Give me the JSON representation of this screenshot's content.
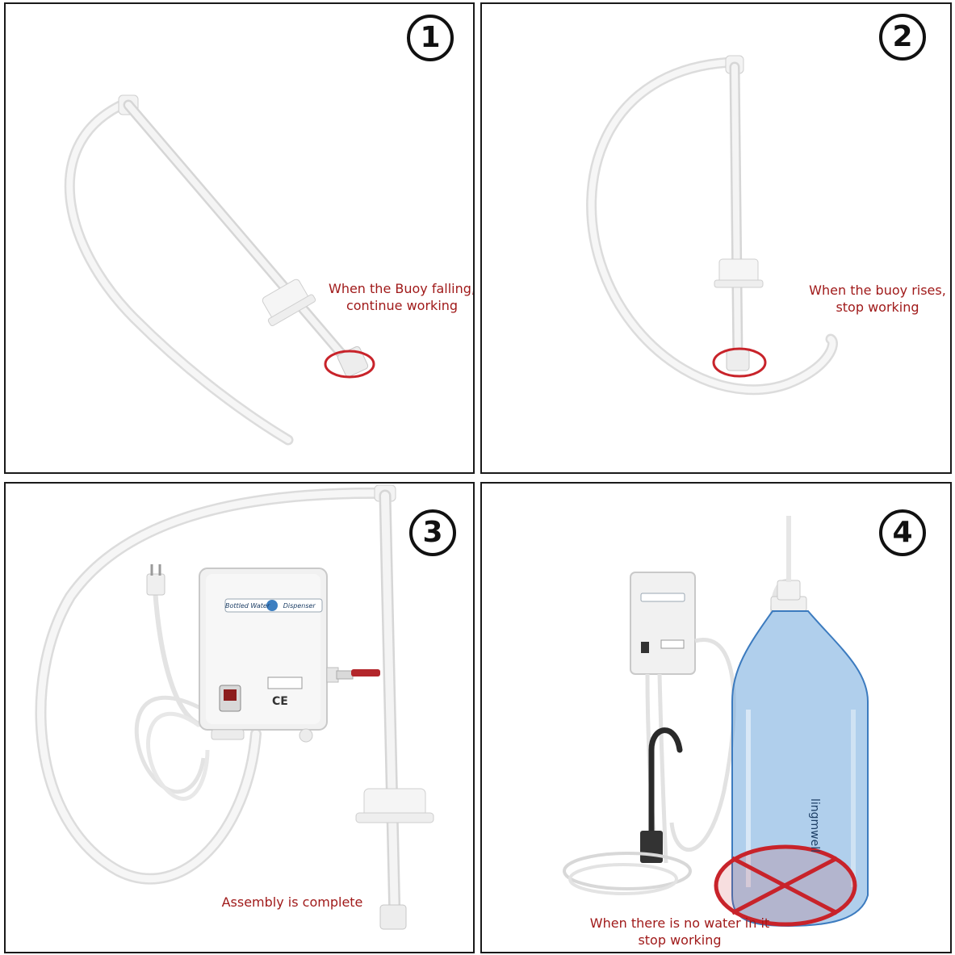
{
  "panels": [
    {
      "number": "1",
      "caption_line1": "When the Buoy falling,",
      "caption_line2": "continue working"
    },
    {
      "number": "2",
      "caption_line1": "When the buoy rises,",
      "caption_line2": "stop working"
    },
    {
      "number": "3",
      "caption_line1": "Assembly is complete",
      "caption_line2": ""
    },
    {
      "number": "4",
      "caption_line1": "When there is no water in it",
      "caption_line2": "stop working"
    }
  ],
  "product": {
    "box_label_left": "Bottled Water",
    "box_label_right": "Dispenser",
    "ce_mark": "CE",
    "bottle_brand": "lingmwell"
  },
  "colors": {
    "caption": "#a01a1a",
    "highlight_ellipse": "#c8232a",
    "tube": "#f2f2f2",
    "bottle": "#6fa8dc"
  },
  "icons": [
    "circled-number-1",
    "circled-number-2",
    "circled-number-3",
    "circled-number-4",
    "red-ellipse-highlight",
    "red-cross-mark"
  ]
}
